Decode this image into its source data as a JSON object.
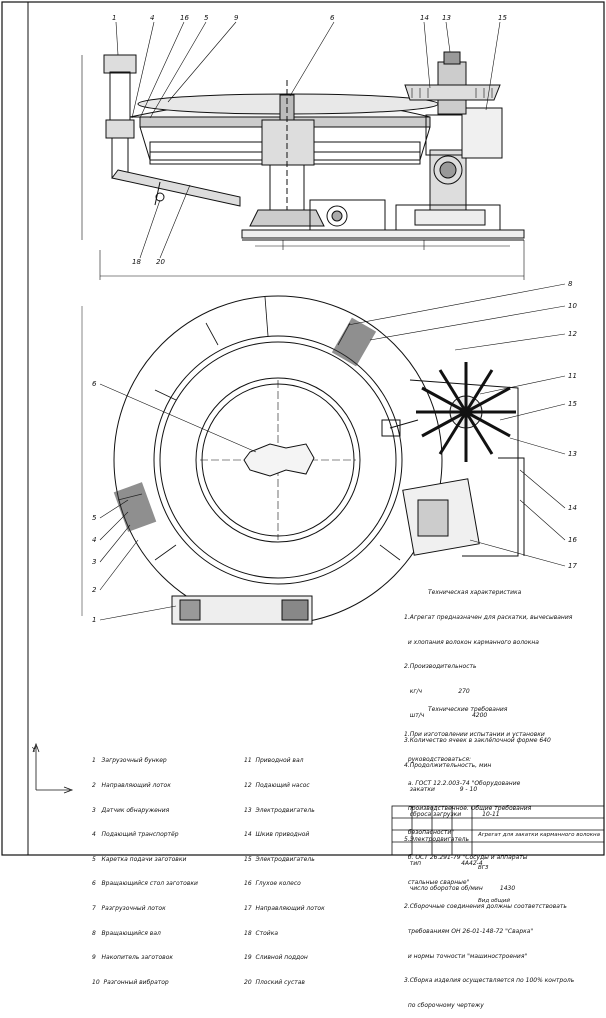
{
  "drawing": {
    "callouts_top": [
      "1",
      "4",
      "16",
      "5",
      "9",
      "6",
      "14",
      "13",
      "15"
    ],
    "callouts_bottom_top_view": [
      "18",
      "20"
    ],
    "callouts_plan_right": [
      "8",
      "10",
      "12",
      "11",
      "15",
      "13",
      "14",
      "16",
      "17"
    ],
    "callouts_plan_left": [
      "6",
      "5",
      "4",
      "3",
      "2",
      "1"
    ]
  },
  "tech_spec": {
    "heading": "Техническая характеристика",
    "lines": [
      "1.Агрегат предназначен для раскатки, вычесывания",
      "  и хлопания волокон карманного волокна",
      "2.Производительность",
      "   кг/ч                   270",
      "   шт/ч                         4200",
      "3.Количество ячеек в заклёпочной форме 640",
      "4.Продолжительность, мин",
      "   закатки             9 - 10",
      "   сброса загрузки           10-11",
      "5.Электродвигатель",
      "   тип                     4А42-4",
      "   число оборотов об/мин         1430"
    ]
  },
  "tech_req": {
    "heading": "Технические требования",
    "lines": [
      "1.При изготовлении испытании и установки",
      "  руководствоваться:",
      "  а. ГОСТ 12.2.003-74 \"Оборудование",
      "  производственное. Общие требования",
      "  безопасности\"",
      "  б. ОСТ 26.291-79 \"Сосуды и аппараты",
      "  стальные сварные\"",
      "2.Сборочные соединения должны соответствовать",
      "  требованиям ОН 26-01-148-72 \"Сварка\"",
      "  и нормы точности \"машиностроения\"",
      "3.Сборка изделия осуществляется по 100% контроль",
      "  по сборочному чертежу"
    ]
  },
  "legend_left": [
    "1   Загрузочный бункер",
    "2   Направляющий лоток",
    "3   Датчик обнаружения",
    "4   Подающий транспортёр",
    "5   Каретка подачи заготовки",
    "6   Вращающийся стол заготовки",
    "7   Разгрузочный лоток",
    "8   Вращающийся вал",
    "9   Накопитель заготовок",
    "10  Разгонный вибратор"
  ],
  "legend_right": [
    "11  Приводной вал",
    "12  Подающий насос",
    "13  Электродвигатель",
    "14  Шкив приводной",
    "15  Электродвигатель",
    "16  Глухое колесо",
    "17  Направляющий лоток",
    "18  Стойка",
    "19  Сливной поддон",
    "20  Плоский сустав"
  ],
  "title_block": {
    "line1": "Агрегат для закатки карманного волокна",
    "line2": "ВГЗ",
    "line3": "Вид общий"
  },
  "axis_label_y": "Y"
}
